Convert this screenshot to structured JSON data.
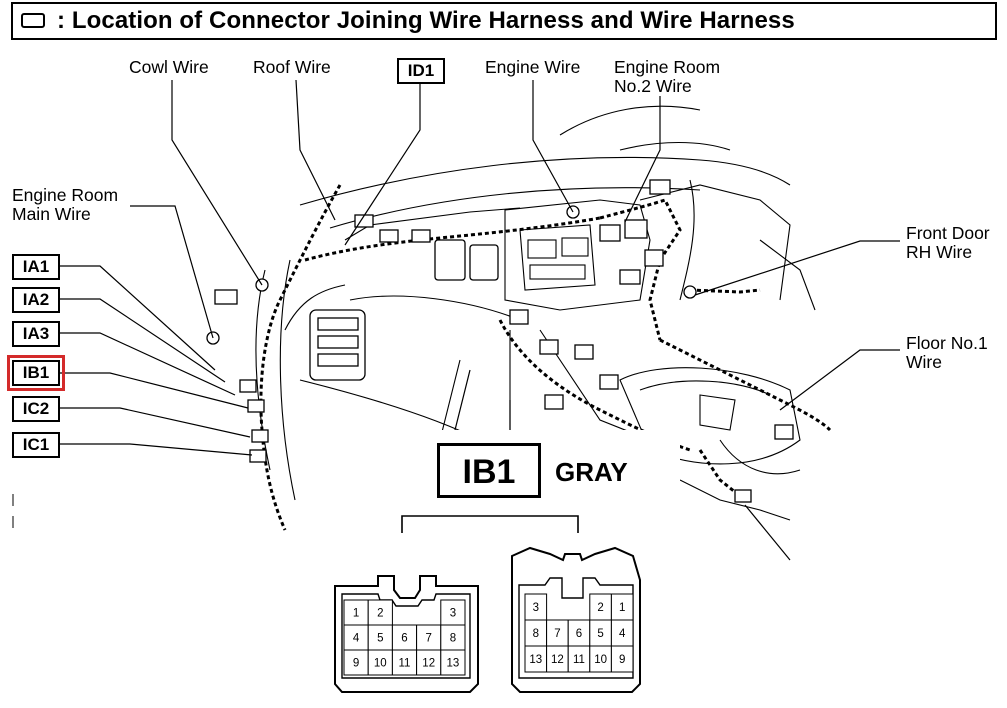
{
  "title": ": Location of Connector Joining Wire Harness and Wire Harness",
  "labels": {
    "cowl_wire": "Cowl Wire",
    "roof_wire": "Roof Wire",
    "engine_wire": "Engine Wire",
    "engine_room_no2_line1": "Engine Room",
    "engine_room_no2_line2": "No.2 Wire",
    "engine_room_main_line1": "Engine Room",
    "engine_room_main_line2": "Main Wire",
    "front_door_rh_line1": "Front Door",
    "front_door_rh_line2": "RH Wire",
    "floor_no1_line1": "Floor No.1",
    "floor_no1_line2": "Wire"
  },
  "connector_ids": {
    "id1": "ID1",
    "ia1": "IA1",
    "ia2": "IA2",
    "ia3": "IA3",
    "ib1": "IB1",
    "ic2": "IC2",
    "ic1": "IC1"
  },
  "highlighted_connector": "IB1",
  "highlight_color": "#d42a2a",
  "detail": {
    "connector": "IB1",
    "color_label": "GRAY",
    "left_connector_pins": [
      [
        "1",
        "2",
        "",
        "",
        "3"
      ],
      [
        "4",
        "5",
        "6",
        "7",
        "8"
      ],
      [
        "9",
        "10",
        "11",
        "12",
        "13"
      ]
    ],
    "right_connector_pins": [
      [
        "3",
        "",
        "",
        "2",
        "1"
      ],
      [
        "8",
        "7",
        "6",
        "5",
        "4"
      ],
      [
        "13",
        "12",
        "11",
        "10",
        "9"
      ]
    ]
  }
}
